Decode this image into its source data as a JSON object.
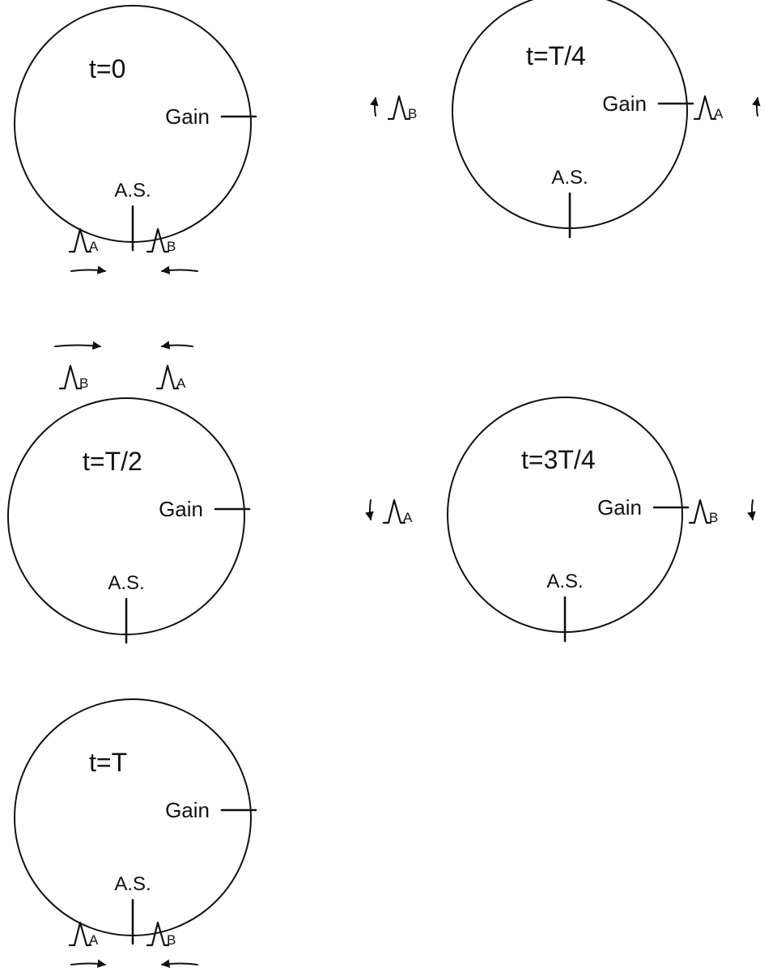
{
  "colors": {
    "ink": "#111111",
    "background": "#ffffff"
  },
  "symbols": {
    "pulse": "Λ"
  },
  "panels": [
    {
      "time_label": "t=0",
      "gain_label": "Gain",
      "as_label": "A.S.",
      "pulses": [
        {
          "label": "A",
          "position": "bottom-left",
          "arrow": "right"
        },
        {
          "label": "B",
          "position": "bottom-right",
          "arrow": "left"
        }
      ]
    },
    {
      "time_label": "t=T/4",
      "gain_label": "Gain",
      "as_label": "A.S.",
      "pulses": [
        {
          "label": "B",
          "position": "left",
          "arrow": "up"
        },
        {
          "label": "A",
          "position": "right",
          "arrow": "up"
        }
      ]
    },
    {
      "time_label": "t=T/2",
      "gain_label": "Gain",
      "as_label": "A.S.",
      "pulses": [
        {
          "label": "B",
          "position": "top-left",
          "arrow": "right"
        },
        {
          "label": "A",
          "position": "top-right",
          "arrow": "left"
        }
      ]
    },
    {
      "time_label": "t=3T/4",
      "gain_label": "Gain",
      "as_label": "A.S.",
      "pulses": [
        {
          "label": "A",
          "position": "left",
          "arrow": "down"
        },
        {
          "label": "B",
          "position": "right",
          "arrow": "down"
        }
      ]
    },
    {
      "time_label": "t=T",
      "gain_label": "Gain",
      "as_label": "A.S.",
      "pulses": [
        {
          "label": "A",
          "position": "bottom-left",
          "arrow": "right"
        },
        {
          "label": "B",
          "position": "bottom-right",
          "arrow": "left"
        }
      ]
    }
  ]
}
